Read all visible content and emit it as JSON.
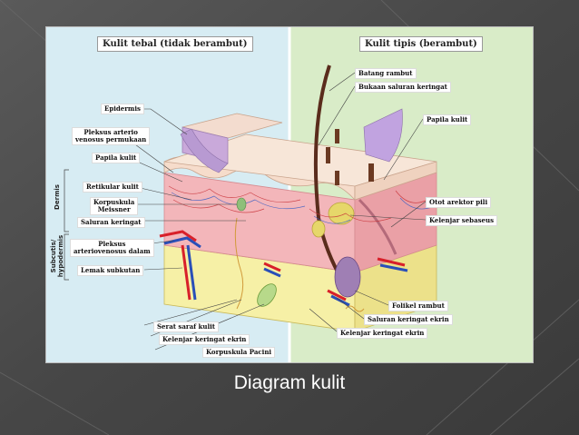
{
  "slide": {
    "caption": "Diagram kulit"
  },
  "figure": {
    "headings": {
      "left": "Kulit tebal (tidak berambut)",
      "right": "Kulit tipis (berambut)"
    },
    "side_labels": {
      "dermis": "Dermis",
      "subcutis": "Subcutis/\nhypodermis"
    },
    "labels_left": {
      "epidermis": "Epidermis",
      "pleksus_permukaan": "Pleksus arterio\nvenosus permukaan",
      "papila_kulit": "Papila kulit",
      "retikular_kulit": "Retikular kulit",
      "korpuskula_meissner": "Korpuskula\nMeissner",
      "saluran_keringat": "Saluran keringat",
      "pleksus_dalam": "Pleksus\narteriovenosus dalam",
      "lemak_subkutan": "Lemak subkutan"
    },
    "labels_bottom": {
      "serat_saraf": "Serat saraf kulit",
      "kelenjar_ekrin": "Kelenjar keringat ekrin",
      "korpuskula_pacini": "Korpuskula Pacini"
    },
    "labels_right": {
      "batang_rambut": "Batang rambut",
      "bukaan_saluran": "Bukaan saluran keringat",
      "papila_kulit": "Papila kulit",
      "otot_arektor": "Otot arektor pili",
      "kelenjar_sebaseus": "Kelenjar sebaseus",
      "folikel_rambut": "Folikel rambut",
      "saluran_ekrin": "Saluran keringat ekrin",
      "kelenjar_ekrin": "Kelenjar keringat ekrin"
    },
    "colors": {
      "slide_bg": "#4a4a4a",
      "left_panel": "#d7ecf3",
      "right_panel": "#d9ecc8",
      "dermis": "#f3b6ba",
      "epidermis_top": "#f6dccb",
      "hypodermis": "#f6f0a6",
      "artery": "#d8202a",
      "vein": "#2a4fb8"
    }
  }
}
